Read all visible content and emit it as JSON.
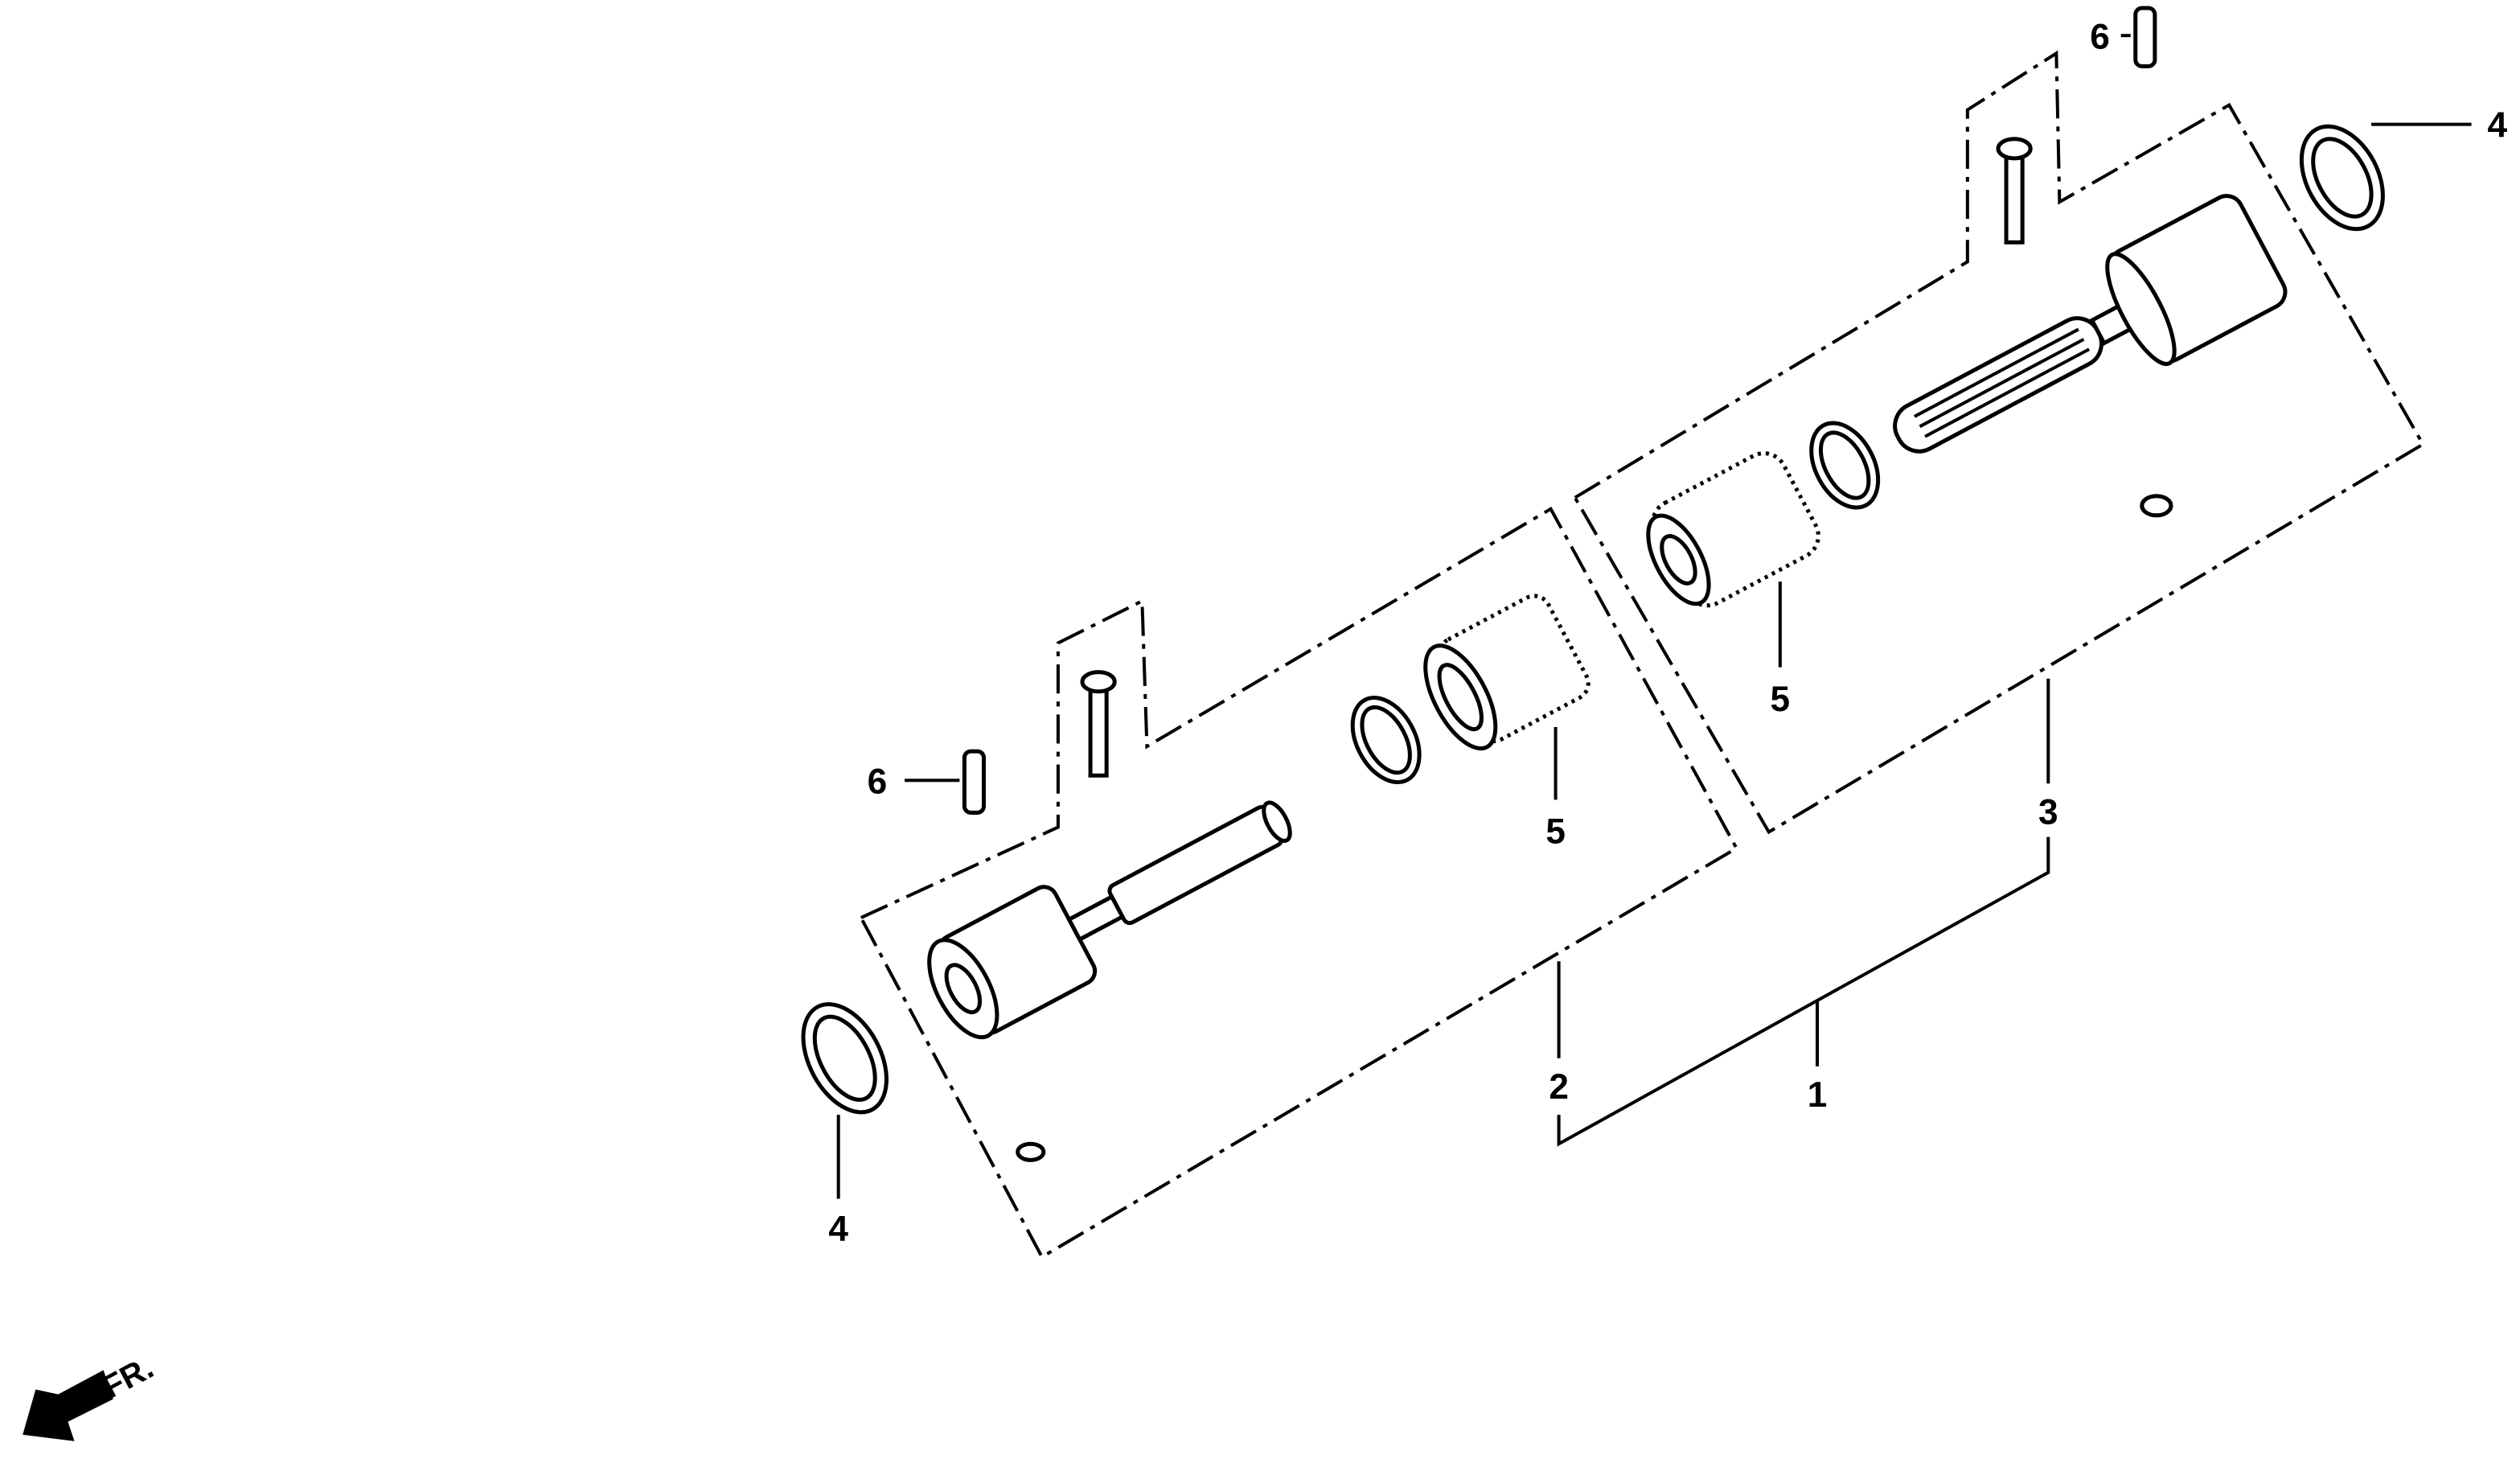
{
  "diagram": {
    "callouts": {
      "part1": "1",
      "part2": "2",
      "part3": "3",
      "part4_left": "4",
      "part4_right": "4",
      "part5_left": "5",
      "part5_right": "5",
      "part6_left": "6",
      "part6_right": "6"
    },
    "direction_label": "FR."
  }
}
